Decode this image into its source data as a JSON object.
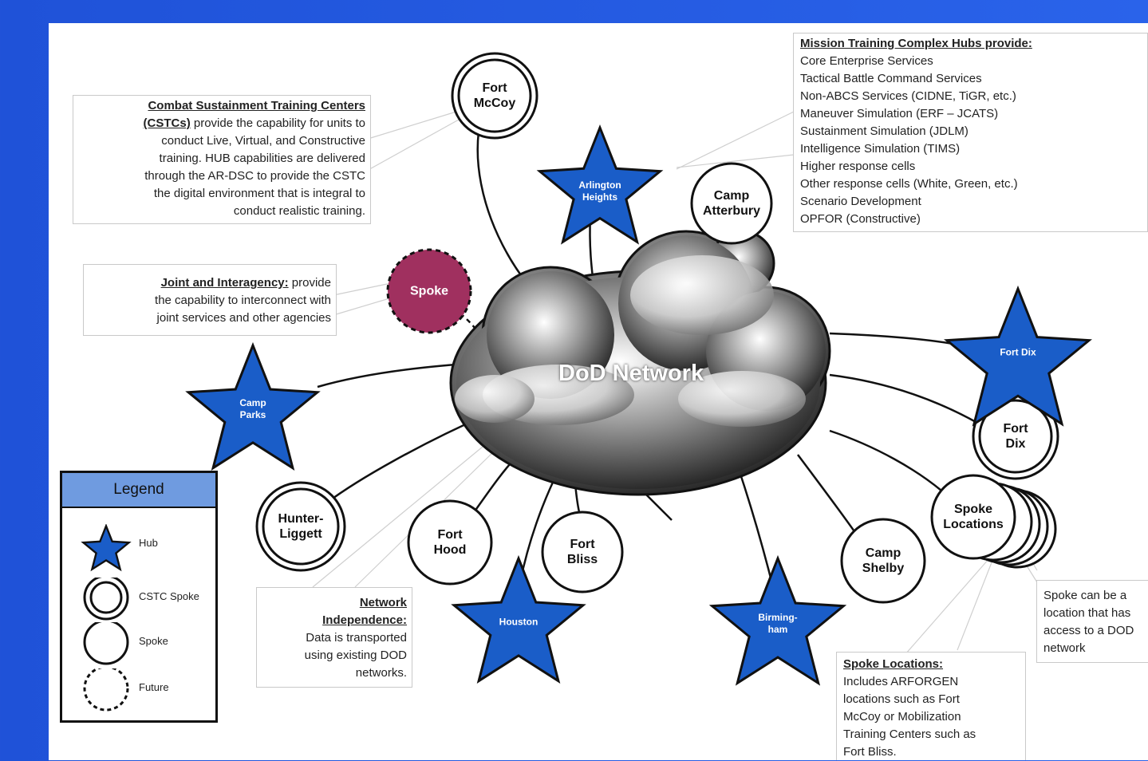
{
  "colors": {
    "background": "#2a63ea",
    "hub": "#1a5dc8",
    "future_spoke": "#a0305f",
    "legend_header": "#6f9be0"
  },
  "cloud": {
    "label": "DoD Network"
  },
  "boxes": {
    "cstc": {
      "heading": "Combat Sustainment Training Centers",
      "heading_b": "(CSTCs)",
      "text_a": " provide the capability for units to",
      "lines": [
        "conduct Live, Virtual, and Constructive",
        "training. HUB capabilities are delivered",
        "through the AR-DSC to provide the CSTC",
        "the digital environment that is integral to",
        "conduct realistic training."
      ]
    },
    "joint": {
      "heading": "Joint and Interagency:",
      "text_a": " provide",
      "lines": [
        "the capability to interconnect with",
        "joint services and other agencies"
      ]
    },
    "mission": {
      "heading": "Mission Training Complex Hubs provide:",
      "lines": [
        "Core Enterprise Services",
        "Tactical Battle Command Services",
        "Non-ABCS Services (CIDNE, TiGR, etc.)",
        "Maneuver Simulation (ERF – JCATS)",
        "Sustainment Simulation (JDLM)",
        "Intelligence Simulation (TIMS)",
        "Higher response cells",
        "Other response cells (White, Green, etc.)",
        "Scenario Development",
        "OPFOR (Constructive)"
      ]
    },
    "network": {
      "heading_a": "Network",
      "heading_b": "Independence:",
      "lines": [
        "Data is transported",
        "using existing DOD",
        "networks."
      ]
    },
    "spoke_loc": {
      "heading": "Spoke Locations:",
      "lines": [
        "Includes ARFORGEN",
        "locations such as Fort",
        "McCoy or Mobilization",
        "Training Centers such as",
        "Fort Bliss."
      ]
    },
    "spoke_any": {
      "lines": [
        "Spoke can be a",
        "location that has",
        "access to a DOD",
        "network"
      ]
    }
  },
  "nodes": {
    "fort_mccoy": "Fort\nMcCoy",
    "camp_atterbury": "Camp\nAtterbury",
    "spoke_future": "Spoke",
    "fort_dix_cstc": "Fort\nDix",
    "spoke_locations": "Spoke\nLocations",
    "hunter_liggett": "Hunter-\nLiggett",
    "fort_hood": "Fort\nHood",
    "fort_bliss": "Fort\nBliss",
    "camp_shelby": "Camp\nShelby"
  },
  "hubs": {
    "arlington": "Arlington\nHeights",
    "camp_parks": "Camp\nParks",
    "fort_dix": "Fort Dix",
    "houston": "Houston",
    "birmingham": "Birming-\nham"
  },
  "legend": {
    "title": "Legend",
    "items": [
      "Hub",
      "CSTC Spoke",
      "Spoke",
      "Future"
    ]
  }
}
